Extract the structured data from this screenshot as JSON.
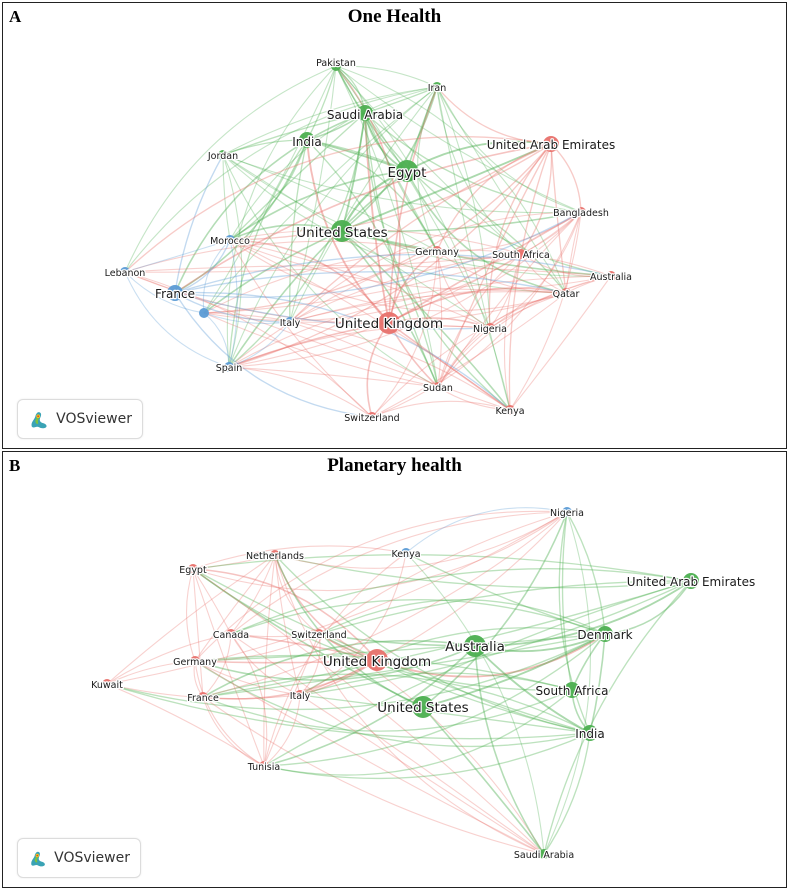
{
  "badge": {
    "label": "VOSviewer",
    "icon": "vosviewer-logo-icon"
  },
  "colors": {
    "red": "#e8716b",
    "green": "#4caf50",
    "blue": "#5b9bd5"
  },
  "panels": [
    {
      "letter": "A",
      "title": "One Health",
      "nodes": [
        {
          "label": "Egypt",
          "cluster": "green",
          "size": 3
        },
        {
          "label": "United States",
          "cluster": "green",
          "size": 3
        },
        {
          "label": "Saudi Arabia",
          "cluster": "green",
          "size": 2
        },
        {
          "label": "India",
          "cluster": "green",
          "size": 2
        },
        {
          "label": "Pakistan",
          "cluster": "green",
          "size": 1
        },
        {
          "label": "Iran",
          "cluster": "green",
          "size": 1
        },
        {
          "label": "Jordan",
          "cluster": "green",
          "size": 1
        },
        {
          "label": "United Arab Emirates",
          "cluster": "red",
          "size": 2
        },
        {
          "label": "United Kingdom",
          "cluster": "red",
          "size": 3
        },
        {
          "label": "Germany",
          "cluster": "red",
          "size": 1
        },
        {
          "label": "South Africa",
          "cluster": "red",
          "size": 1
        },
        {
          "label": "Australia",
          "cluster": "red",
          "size": 1
        },
        {
          "label": "Bangladesh",
          "cluster": "red",
          "size": 1
        },
        {
          "label": "Qatar",
          "cluster": "red",
          "size": 1
        },
        {
          "label": "Nigeria",
          "cluster": "red",
          "size": 1
        },
        {
          "label": "Sudan",
          "cluster": "red",
          "size": 1
        },
        {
          "label": "Kenya",
          "cluster": "red",
          "size": 1
        },
        {
          "label": "Switzerland",
          "cluster": "red",
          "size": 1
        },
        {
          "label": "France",
          "cluster": "blue",
          "size": 2
        },
        {
          "label": "Lebanon",
          "cluster": "blue",
          "size": 1
        },
        {
          "label": "Morocco",
          "cluster": "blue",
          "size": 1
        },
        {
          "label": "Italy",
          "cluster": "blue",
          "size": 1
        },
        {
          "label": "Spain",
          "cluster": "blue",
          "size": 1
        },
        {
          "label": "",
          "cluster": "blue",
          "size": 1
        }
      ]
    },
    {
      "letter": "B",
      "title": "Planetary health",
      "nodes": [
        {
          "label": "United Kingdom",
          "cluster": "red",
          "size": 3
        },
        {
          "label": "Egypt",
          "cluster": "red",
          "size": 1
        },
        {
          "label": "Netherlands",
          "cluster": "red",
          "size": 1
        },
        {
          "label": "Canada",
          "cluster": "red",
          "size": 1
        },
        {
          "label": "Switzerland",
          "cluster": "red",
          "size": 1
        },
        {
          "label": "Germany",
          "cluster": "red",
          "size": 1
        },
        {
          "label": "Kuwait",
          "cluster": "red",
          "size": 1
        },
        {
          "label": "France",
          "cluster": "red",
          "size": 1
        },
        {
          "label": "Italy",
          "cluster": "red",
          "size": 1
        },
        {
          "label": "Tunisia",
          "cluster": "red",
          "size": 1
        },
        {
          "label": "Australia",
          "cluster": "green",
          "size": 3
        },
        {
          "label": "United States",
          "cluster": "green",
          "size": 3
        },
        {
          "label": "India",
          "cluster": "green",
          "size": 2
        },
        {
          "label": "Denmark",
          "cluster": "green",
          "size": 2
        },
        {
          "label": "South Africa",
          "cluster": "green",
          "size": 2
        },
        {
          "label": "United Arab Emirates",
          "cluster": "green",
          "size": 2
        },
        {
          "label": "Saudi Arabia",
          "cluster": "green",
          "size": 1
        },
        {
          "label": "Kenya",
          "cluster": "blue",
          "size": 1
        },
        {
          "label": "Nigeria",
          "cluster": "blue",
          "size": 1
        }
      ]
    }
  ]
}
